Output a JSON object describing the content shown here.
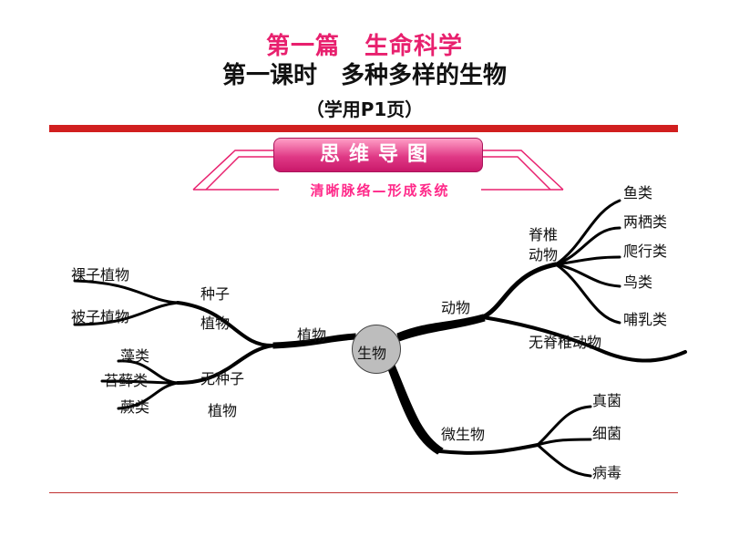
{
  "header": {
    "title_red": "第一篇　生命科学",
    "title_black": "第一课时　多种多样的生物",
    "reference": "（学用P1页）"
  },
  "banner": {
    "main": "思维导图",
    "sub": "清晰脉络—形成系统"
  },
  "mindmap": {
    "center": "生物",
    "animals": {
      "label": "动物",
      "vertebrate_line1": "脊椎",
      "vertebrate_line2": "动物",
      "vertebrate_items": [
        "鱼类",
        "两栖类",
        "爬行类",
        "鸟类",
        "哺乳类"
      ],
      "invertebrate": "无脊椎动物"
    },
    "plants": {
      "label": "植物",
      "seed_line1": "种子",
      "seed_line2": "植物",
      "seed_items": [
        "裸子植物",
        "被子植物"
      ],
      "seedless_line1": "无种子",
      "seedless_line2": "植物",
      "seedless_items": [
        "藻类",
        "苔藓类",
        "蕨类"
      ]
    },
    "microbes": {
      "label": "微生物",
      "items": [
        "真菌",
        "细菌",
        "病毒"
      ]
    }
  },
  "colors": {
    "accent_red": "#d11f1f",
    "title_pink": "#e8206e",
    "banner_pink": "#e03a86",
    "node_gray": "#bdbdbd"
  }
}
